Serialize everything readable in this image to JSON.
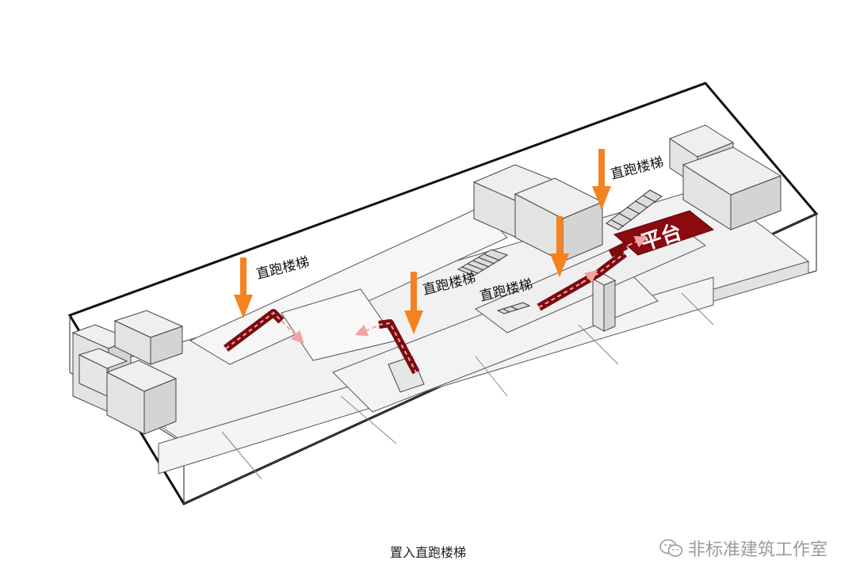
{
  "diagram": {
    "stair_labels": [
      "直跑楼梯",
      "直跑楼梯",
      "直跑楼梯",
      "直跑楼梯"
    ],
    "platform_label": "平台",
    "caption": "置入直跑楼梯",
    "colors": {
      "arrow": "#f58220",
      "stair": "#7a0c10",
      "platform": "#8b0a0f",
      "path_arrow": "#f4a3a3",
      "box_face": "#ececec",
      "box_side": "#d6d6d6",
      "edge": "#555555"
    }
  },
  "watermark": {
    "icon": "wechat-icon",
    "text": "非标准建筑工作室"
  }
}
